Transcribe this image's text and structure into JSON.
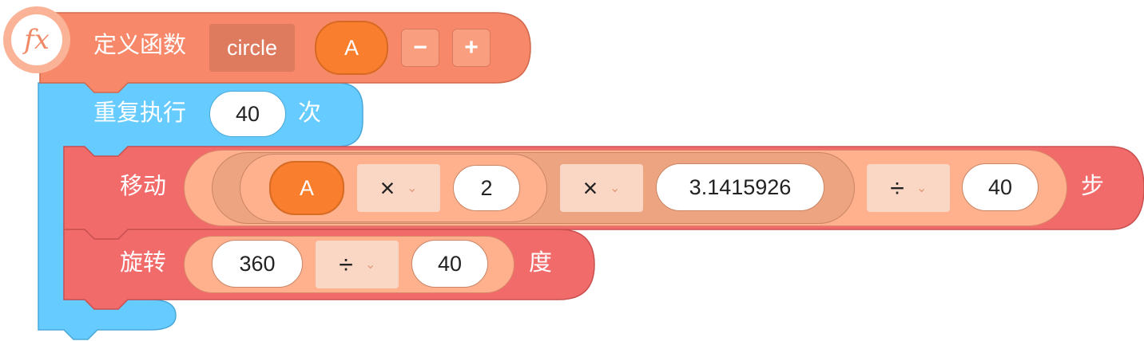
{
  "define": {
    "icon": "fx",
    "label": "定义函数",
    "name": "circle",
    "param": "A",
    "minus": "−",
    "plus": "+"
  },
  "repeat": {
    "label": "重复执行",
    "count": "40",
    "unit": "次"
  },
  "move": {
    "label": "移动",
    "var": "A",
    "op1": "×",
    "num1": "2",
    "op2": "×",
    "num2": "3.1415926",
    "op3": "÷",
    "num3": "40",
    "unit": "步"
  },
  "turn": {
    "label": "旋转",
    "num1": "360",
    "op": "÷",
    "num2": "40",
    "unit": "度"
  },
  "dropdown_glyph": "⌄",
  "colors": {
    "define": "#f7896a",
    "loop": "#66ccff",
    "motion": "#f26b6b",
    "operator": "#ffb08c",
    "variable": "#f97e2d"
  }
}
